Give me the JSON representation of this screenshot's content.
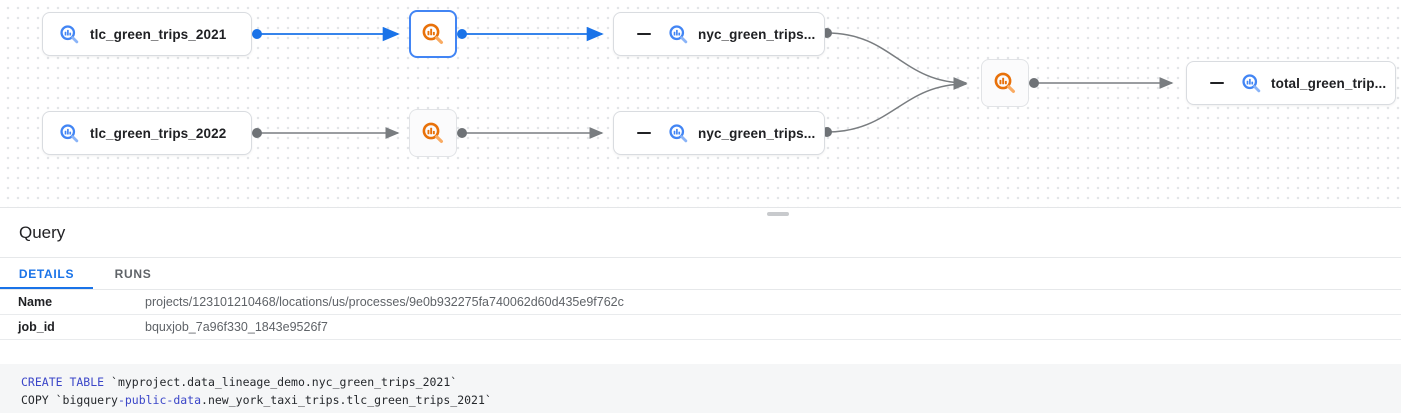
{
  "colors": {
    "accent_blue": "#1a73e8",
    "selected_edge_blue": "#1a73e8",
    "edge_gray": "#797d80",
    "table_icon_blue": "#4285f4",
    "process_icon_orange": "#e8710a",
    "keyword_blue": "#3b46c8",
    "code_background": "#f5f6f7"
  },
  "lineage": {
    "nodes": [
      {
        "id": "tlc_green_trips_2021",
        "type": "table",
        "label": "tlc_green_trips_2021"
      },
      {
        "id": "process_1",
        "type": "process",
        "selected": true
      },
      {
        "id": "nyc_green_trips_2021",
        "type": "table",
        "label": "nyc_green_trips...",
        "collapsed_toggle": "minus"
      },
      {
        "id": "tlc_green_trips_2022",
        "type": "table",
        "label": "tlc_green_trips_2022"
      },
      {
        "id": "process_2",
        "type": "process",
        "selected": false
      },
      {
        "id": "nyc_green_trips_2022",
        "type": "table",
        "label": "nyc_green_trips...",
        "collapsed_toggle": "minus"
      },
      {
        "id": "process_3",
        "type": "process",
        "selected": false
      },
      {
        "id": "total_green_trips",
        "type": "table",
        "label": "total_green_trip...",
        "collapsed_toggle": "minus"
      }
    ]
  },
  "panel": {
    "title": "Query",
    "tabs": [
      {
        "label": "DETAILS",
        "active": true
      },
      {
        "label": "RUNS",
        "active": false
      }
    ],
    "details": [
      {
        "label": "Name",
        "value": "projects/123101210468/locations/us/processes/9e0b932275fa740062d60d435e9f762c"
      },
      {
        "label": "job_id",
        "value": "bquxjob_7a96f330_1843e9526f7"
      }
    ],
    "code": {
      "lines": [
        [
          {
            "t": "CREATE TABLE",
            "c": "kw"
          },
          {
            "t": " `myproject.data_lineage_demo.nyc_green_trips_2021`",
            "c": "pl"
          }
        ],
        [
          {
            "t": "COPY `bigquery",
            "c": "pl"
          },
          {
            "t": "-public-data",
            "c": "kw"
          },
          {
            "t": ".new_york_taxi_trips.tlc_green_trips_2021`",
            "c": "pl"
          }
        ]
      ]
    }
  }
}
